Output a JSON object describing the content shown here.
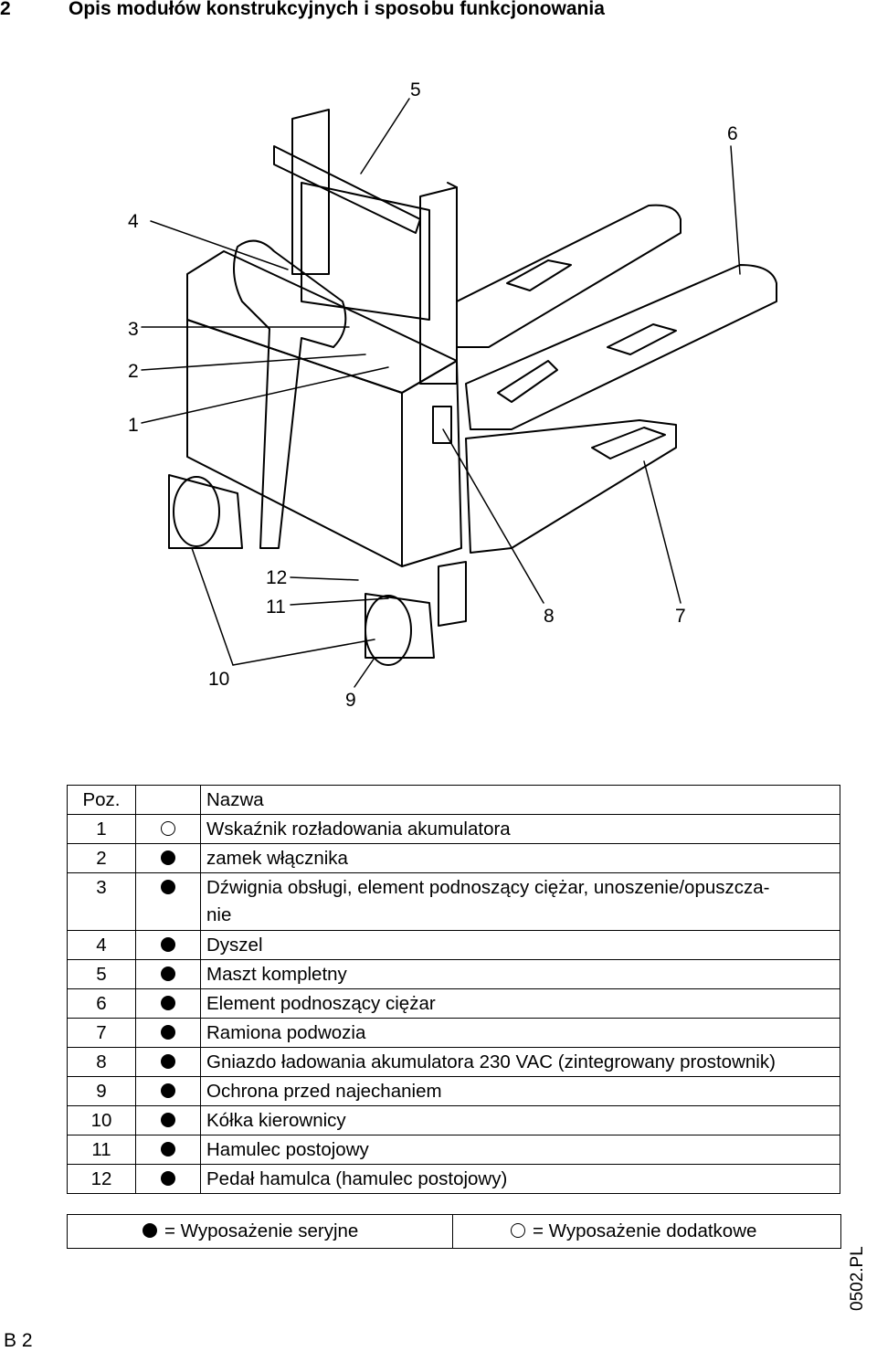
{
  "header": {
    "section_number": "2",
    "title": "Opis modułów konstrukcyjnych i sposobu funkcjonowania"
  },
  "figure": {
    "callouts": [
      "5",
      "6",
      "4",
      "3",
      "2",
      "1",
      "12",
      "11",
      "8",
      "7",
      "10",
      "9"
    ]
  },
  "table": {
    "col_pos": "Poz.",
    "col_name": "Nazwa",
    "rows": [
      {
        "pos": "1",
        "symbol": "optional",
        "name": "Wskaźnik rozładowania akumulatora"
      },
      {
        "pos": "2",
        "symbol": "standard",
        "name": "zamek włącznika"
      },
      {
        "pos": "3",
        "symbol": "standard",
        "name": "Dźwignia obsługi, element podnoszący ciężar, unoszenie/opuszcza-nie"
      },
      {
        "pos": "4",
        "symbol": "standard",
        "name": "Dyszel"
      },
      {
        "pos": "5",
        "symbol": "standard",
        "name": "Maszt kompletny"
      },
      {
        "pos": "6",
        "symbol": "standard",
        "name": "Element podnoszący ciężar"
      },
      {
        "pos": "7",
        "symbol": "standard",
        "name": "Ramiona podwozia"
      },
      {
        "pos": "8",
        "symbol": "standard",
        "name": "Gniazdo ładowania akumulatora 230 VAC (zintegrowany prostownik)"
      },
      {
        "pos": "9",
        "symbol": "standard",
        "name": "Ochrona przed najechaniem"
      },
      {
        "pos": "10",
        "symbol": "standard",
        "name": "Kółka kierownicy"
      },
      {
        "pos": "11",
        "symbol": "standard",
        "name": "Hamulec postojowy"
      },
      {
        "pos": "12",
        "symbol": "standard",
        "name": "Pedał hamulca (hamulec postojowy)"
      }
    ],
    "row3_line1": "Dźwignia obsługi, element podnoszący ciężar, unoszenie/opuszcza-",
    "row3_line2": "nie"
  },
  "legend": {
    "standard": "= Wyposażenie seryjne",
    "optional": "= Wyposażenie dodatkowe"
  },
  "footer": {
    "page": "B 2",
    "doc_code": "0502.PL"
  }
}
